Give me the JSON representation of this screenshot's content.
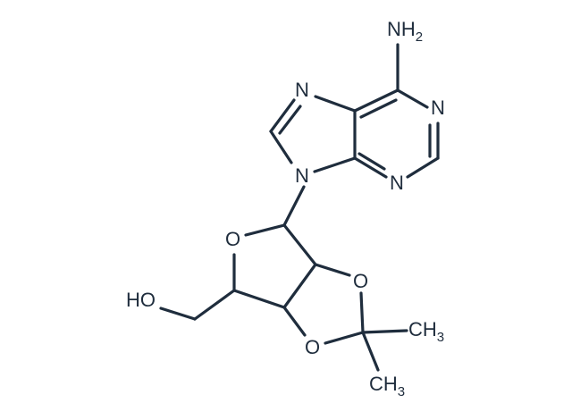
{
  "structure": {
    "atoms": {
      "amine": {
        "main": "NH",
        "sub": "2"
      },
      "n1": "N",
      "n3": "N",
      "n7": "N",
      "n9": "N",
      "ring_o": "O",
      "hydroxyl": "HO",
      "dioxolane_o_upper": "O",
      "dioxolane_o_lower": "O",
      "methyl_1": {
        "main": "CH",
        "sub": "3"
      },
      "methyl_2": {
        "main": "CH",
        "sub": "3"
      }
    },
    "colors": {
      "ink": "#1f2d3d",
      "background": "#ffffff"
    }
  }
}
